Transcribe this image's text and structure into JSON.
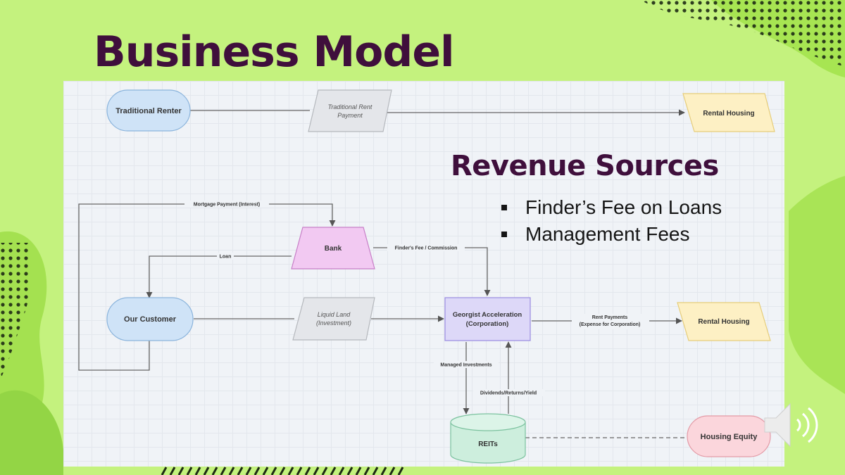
{
  "slide": {
    "title": "Business Model",
    "revenue_heading": "Revenue Sources",
    "revenue_items": [
      "Finder’s Fee on Loans",
      "Management Fees"
    ]
  },
  "diagram": {
    "nodes": {
      "traditional_renter": "Traditional Renter",
      "traditional_rent_payment": [
        "Traditional Rent",
        "Payment"
      ],
      "rental_housing_top": "Rental Housing",
      "bank": "Bank",
      "our_customer": "Our Customer",
      "liquid_land": [
        "Liquid Land",
        "(Investment)"
      ],
      "georgist": [
        "Georgist Acceleration",
        "(Corporation)"
      ],
      "rental_housing_right": "Rental Housing",
      "reits": "REITs",
      "housing_equity": "Housing Equity"
    },
    "edges": {
      "mortgage": "Mortgage Payment (Interest)",
      "loan": "Loan",
      "finders_fee": "Finder's Fee / Commission",
      "rent_payments": [
        "Rent Payments",
        "(Expense for Corporation)"
      ],
      "managed": "Managed Investments",
      "dividends": "Dividends/Returns/Yield"
    }
  },
  "colors": {
    "background": "#c4f27e",
    "title": "#3f0f3c",
    "renter_fill": "#cfe3f7",
    "payment_fill": "#e4e6ea",
    "rental_fill": "#fdf0c4",
    "bank_fill": "#f2c9f2",
    "corp_fill": "#ddd8f8",
    "reits_fill": "#cdeedd",
    "equity_fill": "#fbd6dc"
  }
}
